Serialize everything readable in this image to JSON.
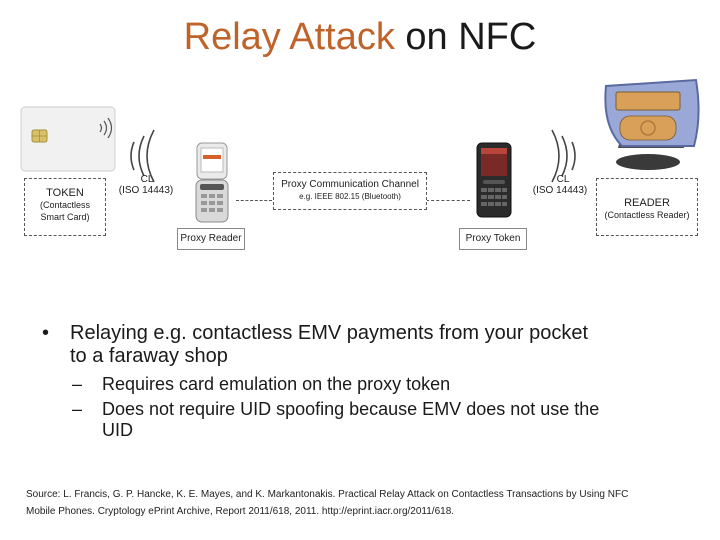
{
  "title": {
    "accent": "Relay Attack",
    "rest": " on NFC"
  },
  "diagram": {
    "token_label": "TOKEN",
    "token_sub1": "(Contactless",
    "token_sub2": "Smart Card)",
    "cl_left": "CL",
    "iso_left": "(ISO 14443)",
    "proxy_reader": "Proxy Reader",
    "channel_title": "Proxy Communication Channel",
    "channel_sub": "e.g. IEEE 802.15 (Bluetooth)",
    "proxy_token": "Proxy Token",
    "cl_right": "CL",
    "iso_right": "(ISO 14443)",
    "reader_label": "READER",
    "reader_sub": "(Contactless Reader)"
  },
  "bullets": {
    "main_line1": "Relaying e.g. contactless EMV payments from your pocket",
    "main_line2": "to a faraway shop",
    "sub1": "Requires card emulation on the proxy token",
    "sub2_line1": "Does not require UID spoofing because EMV does not use the",
    "sub2_line2": "UID",
    "bullet_glyph": "•",
    "dash_glyph": "–"
  },
  "source": {
    "line1": "Source: L. Francis, G. P. Hancke, K. E. Mayes, and K. Markantonakis. Practical Relay Attack on Contactless Transactions by Using NFC",
    "line2": "Mobile Phones. Cryptology ePrint Archive, Report 2011/618, 2011. http://eprint.iacr.org/2011/618."
  },
  "colors": {
    "accent": "#c0632a",
    "text": "#1a1a1a"
  }
}
